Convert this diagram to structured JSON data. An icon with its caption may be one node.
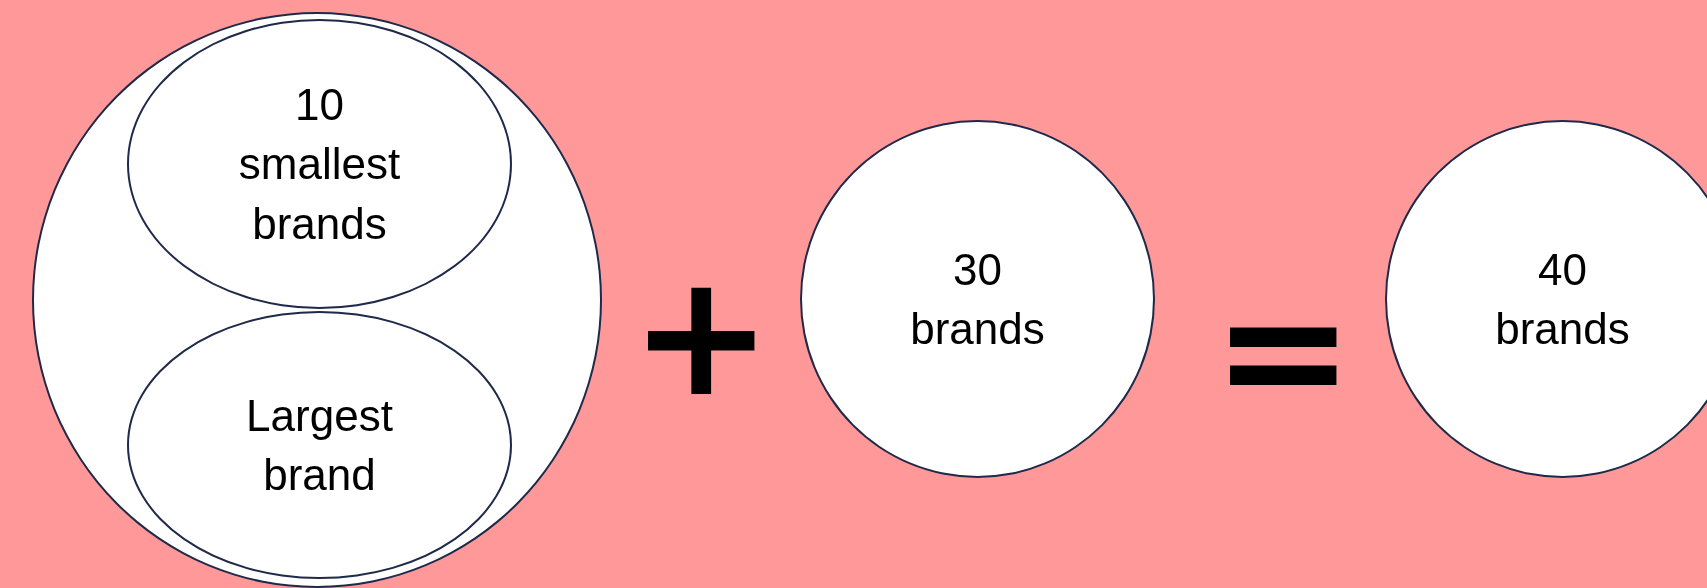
{
  "diagram": {
    "nodes": [
      {
        "text": [],
        "shape": "circle"
      },
      {
        "text": [
          "10 smallest brands"
        ],
        "in": 0
      },
      {
        "text": [
          "Largest brand"
        ],
        "in": 0
      },
      {
        "text": [
          "30 brands"
        ]
      },
      {
        "text": [
          "40 brands"
        ]
      }
    ],
    "labels": [
      "+",
      "="
    ]
  }
}
